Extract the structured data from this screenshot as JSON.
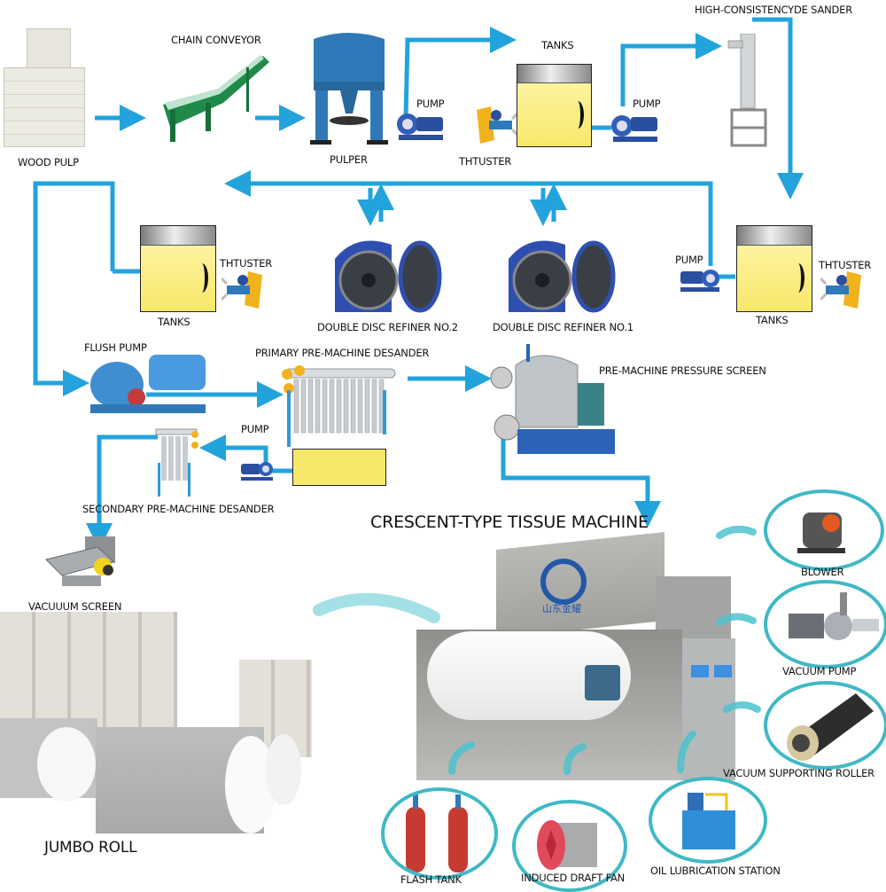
{
  "title": "Crescent-Type Tissue Machine Production Line Flow",
  "colors": {
    "pipe": "#23a3dc",
    "tank_fill": "#f7e86a",
    "pulper_blue": "#2f79b8",
    "conveyor_green": "#1f8a4a",
    "circle_border": "#3fb9c5"
  },
  "stock_prep": {
    "wood_pulp": "WOOD PULP",
    "chain_conveyor": "CHAIN CONVEYOR",
    "pulper": "PULPER",
    "pump_1": "PUMP",
    "tanks_1": "TANKS",
    "thruster_1": "THTUSTER",
    "pump_2": "PUMP",
    "hc_desander": "HIGH-CONSISTENCYDE SANDER",
    "tanks_2": "TANKS",
    "thruster_2": "THTUSTER",
    "pump_3": "PUMP",
    "tanks_3": "TANKS",
    "thruster_3": "THTUSTER",
    "refiner_2": "DOUBLE DISC REFINER NO.2",
    "refiner_1": "DOUBLE DISC REFINER NO.1"
  },
  "approach_flow": {
    "flush_pump": "FLUSH PUMP",
    "primary_desander": "PRIMARY PRE-MACHINE DESANDER",
    "pressure_screen": "PRE-MACHINE PRESSURE SCREEN",
    "pump_4": "PUMP",
    "secondary_desander": "SECONDARY PRE-MACHINE DESANDER",
    "vacuum_screen": "VACUUUM SCREEN"
  },
  "machine": {
    "title": "CRESCENT-TYPE TISSUE MACHINE",
    "brand_text": "山东金耀",
    "output": "JUMBO ROLL"
  },
  "auxiliaries": [
    {
      "label": "BLOWER",
      "icon": "blower-icon"
    },
    {
      "label": "VACUUM PUMP",
      "icon": "vacuum-pump-icon"
    },
    {
      "label": "VACUUM SUPPORTING ROLLER",
      "icon": "roller-icon"
    },
    {
      "label": "FLASH TANK",
      "icon": "flash-tank-icon"
    },
    {
      "label": "INDUCED DRAFT FAN",
      "icon": "fan-icon"
    },
    {
      "label": "OIL LUBRICATION STATION",
      "icon": "lubrication-icon"
    }
  ]
}
